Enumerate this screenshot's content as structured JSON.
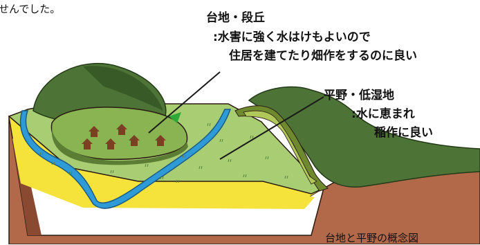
{
  "header": {
    "text": "せんでした。"
  },
  "labels": {
    "daichi": {
      "title": "台地・段丘",
      "line1": ":水害に強く水はけもよいので",
      "line2": "住居を建てたり畑作をするのに良い"
    },
    "heiya": {
      "title": "平野・低湿地",
      "line1": ":水に恵まれ",
      "line2": "稲作に良い"
    }
  },
  "caption": "台地と平野の概念図",
  "colors": {
    "plain": "#a8cd72",
    "plateau": "#8ab452",
    "hill": "#4e7336",
    "hill_dark": "#375a26",
    "river": "#2f9bd6",
    "river_edge": "#1c5a86",
    "soil": "#b1694a",
    "soil_dark": "#8a4a32",
    "sand": "#f5e23a",
    "house": "#7b3f22",
    "flag": "#2ea836"
  },
  "icons": {
    "house": "house-icon",
    "flag": "flag-icon",
    "grass": "grass-mark-icon"
  }
}
